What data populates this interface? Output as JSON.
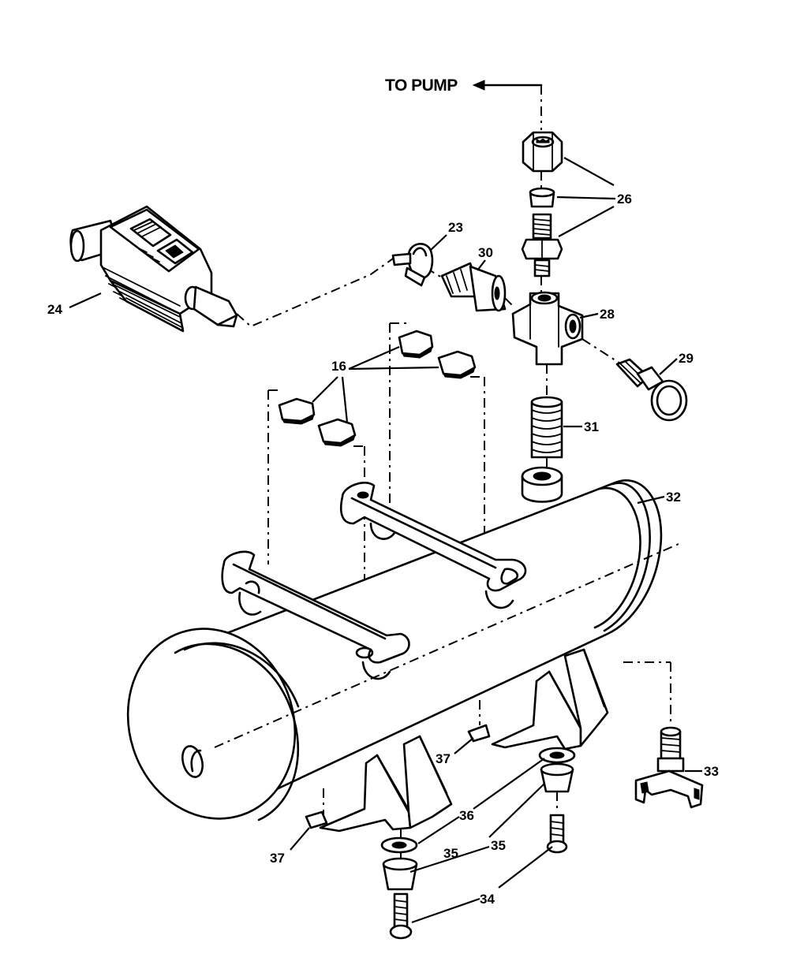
{
  "flow_label": "TO PUMP",
  "callouts": {
    "c16": "16",
    "c23": "23",
    "c24": "24",
    "c26": "26",
    "c28": "28",
    "c29": "29",
    "c30": "30",
    "c31": "31",
    "c32": "32",
    "c33": "33",
    "c34": "34",
    "c35a": "35",
    "c35b": "35",
    "c36": "36",
    "c37a": "37",
    "c37b": "37"
  }
}
